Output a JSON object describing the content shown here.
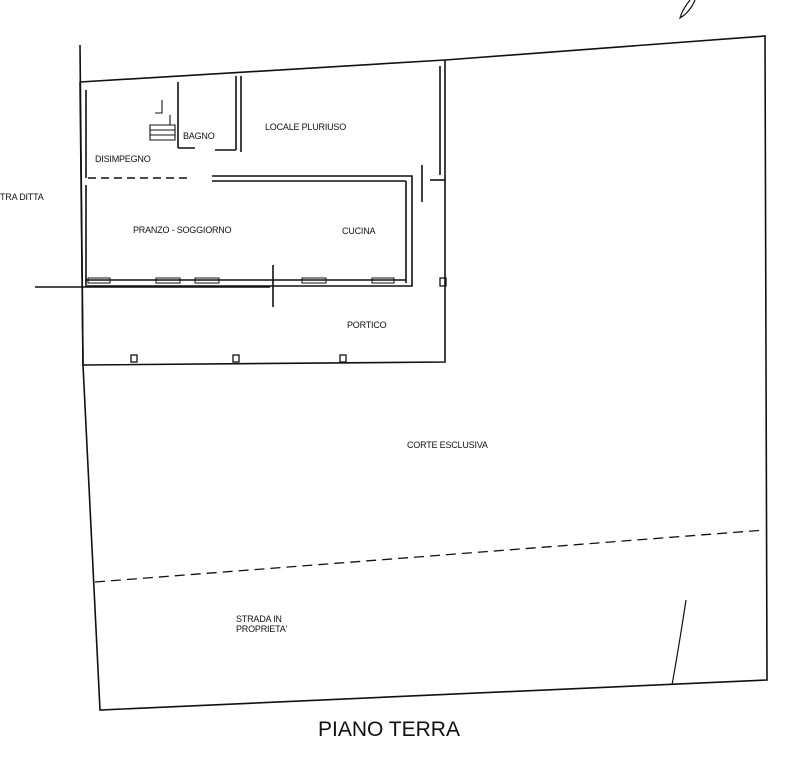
{
  "rooms": {
    "bagno": "BAGNO",
    "locale_pluriuso": "LOCALE PLURIUSO",
    "disimpegno": "DISIMPEGNO",
    "pranzo_soggiorno": "PRANZO - SOGGIORNO",
    "cucina": "CUCINA",
    "portico": "PORTICO"
  },
  "areas": {
    "corte_esclusiva": "CORTE ESCLUSIVA",
    "strada_line1": "STRADA IN",
    "strada_line2": "PROPRIETA'",
    "neighbour": "TRA DITTA"
  },
  "title": "PIANO TERRA"
}
